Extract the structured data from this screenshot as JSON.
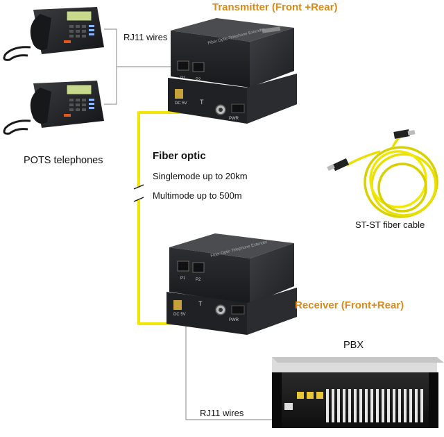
{
  "labels": {
    "transmitter": "Transmitter (Front +Rear)",
    "receiver": "Receiver (Front+Rear)",
    "rj11_top": "RJ11 wires",
    "rj11_bottom": "RJ11 wires",
    "pots": "POTS telephones",
    "fiber_title": "Fiber optic",
    "singlemode": "Singlemode up to 20km",
    "multimode": "Multimode up to 500m",
    "st_cable": "ST-ST fiber cable",
    "pbx": "PBX"
  },
  "device_text": {
    "port1": "P1",
    "port2": "P2",
    "dc": "DC 5V",
    "t_mark": "T",
    "pwr": "PWR"
  },
  "colors": {
    "fiber_yellow": "#f2e600",
    "orange_title": "#d98a1c",
    "device_body": "#2b2d30",
    "wire_gray": "#9a9a9a"
  }
}
